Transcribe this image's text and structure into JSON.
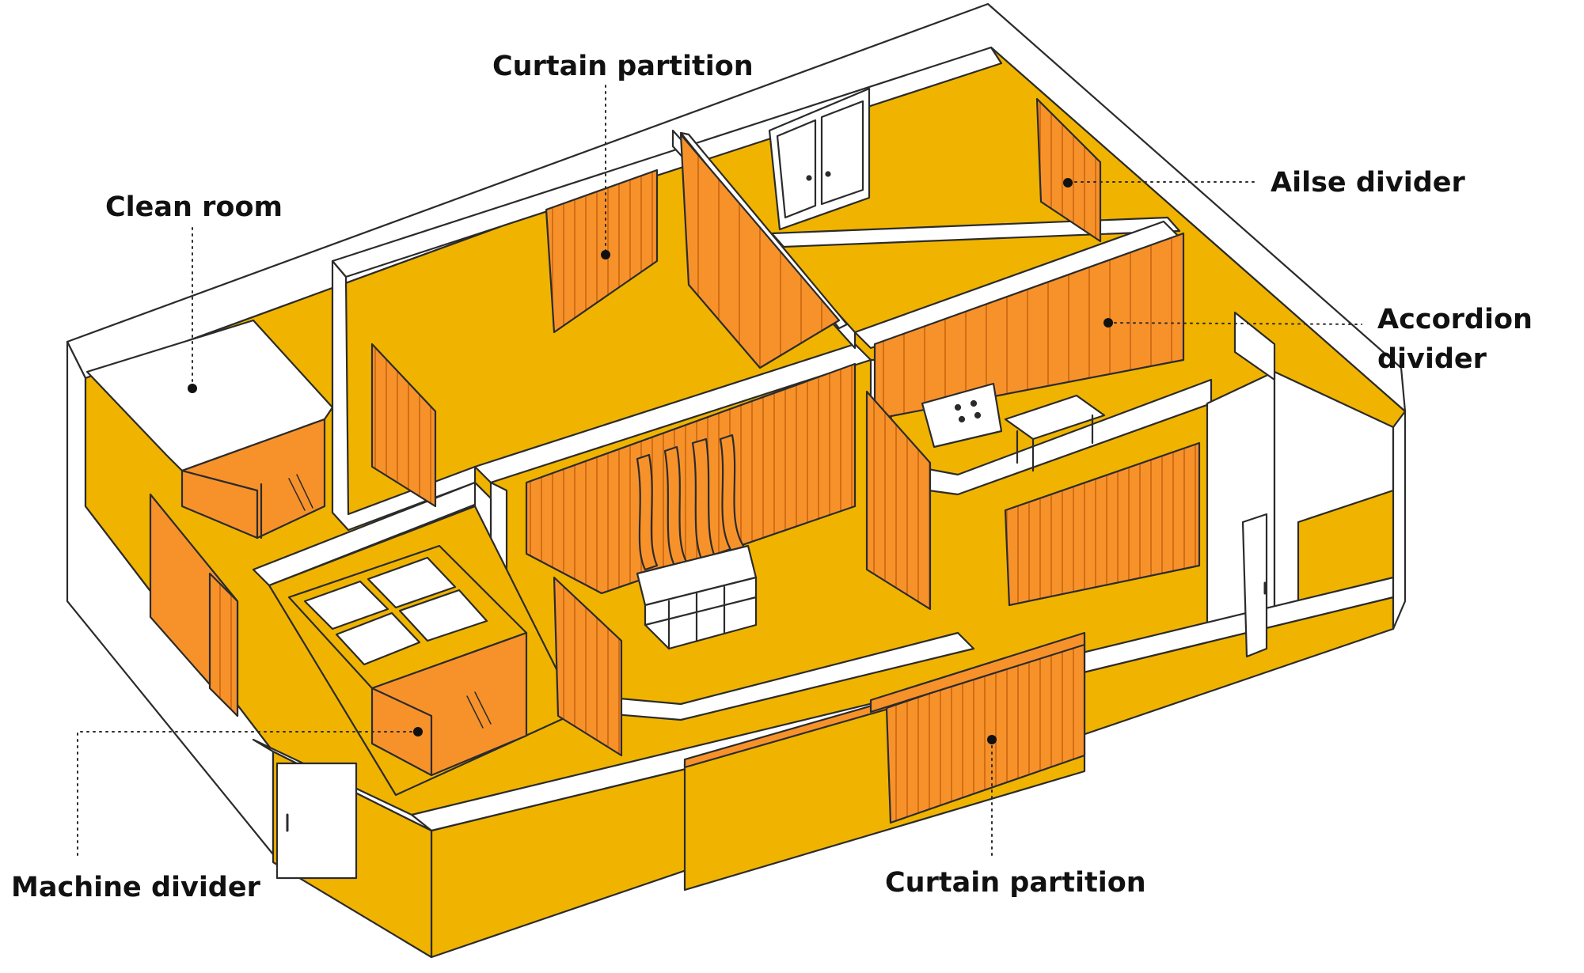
{
  "colors": {
    "floor": "#F0B400",
    "curtain": "#F7922B",
    "curtain_line": "#D06A10",
    "wall": "#FFFFFF",
    "outline": "#2B2B2B",
    "text": "#111111"
  },
  "labels": {
    "curtain_partition_top": "Curtain partition",
    "clean_room": "Clean room",
    "aisle_divider": "Ailse divider",
    "accordion_divider_line1": "Accordion",
    "accordion_divider_line2": "divider",
    "machine_divider": "Machine divider",
    "curtain_partition_bottom": "Curtain partition"
  }
}
